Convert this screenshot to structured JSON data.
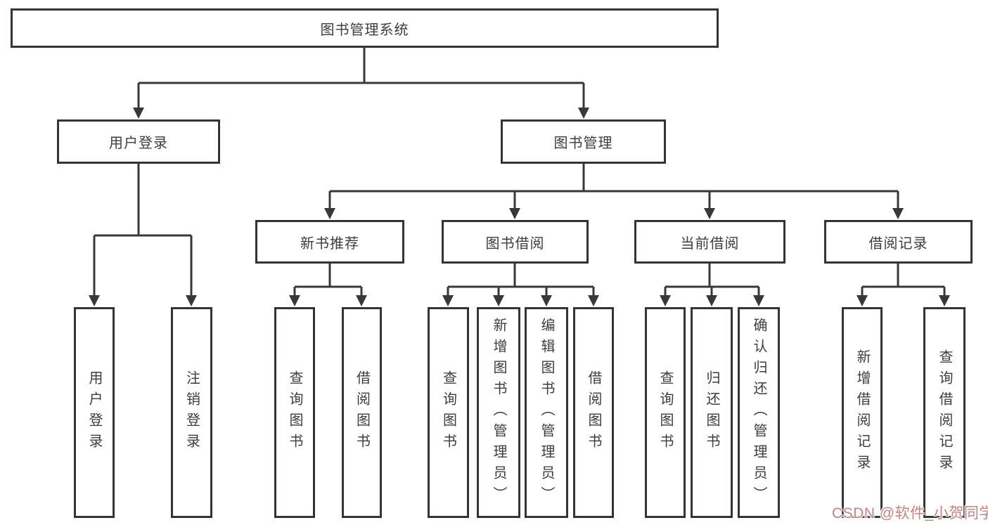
{
  "diagram_type": "hierarchy-tree",
  "colors": {
    "background": "#ffffff",
    "box_border": "#343434",
    "connector": "#383838",
    "text": "#3d3d3d",
    "watermark": "#c98080"
  },
  "tree": {
    "root": {
      "label": "图书管理系统"
    },
    "branches": [
      {
        "label": "用户登录",
        "children": [
          {
            "label": "用户登录"
          },
          {
            "label": "注销登录"
          }
        ]
      },
      {
        "label": "图书管理",
        "children": [
          {
            "label": "新书推荐",
            "children": [
              {
                "label": "查询图书"
              },
              {
                "label": "借阅图书"
              }
            ]
          },
          {
            "label": "图书借阅",
            "children": [
              {
                "label": "查询图书"
              },
              {
                "label": "新增图书（管理员）"
              },
              {
                "label": "编辑图书（管理员）"
              },
              {
                "label": "借阅图书"
              }
            ]
          },
          {
            "label": "当前借阅",
            "children": [
              {
                "label": "查询图书"
              },
              {
                "label": "归还图书"
              },
              {
                "label": "确认归还（管理员）"
              }
            ]
          },
          {
            "label": "借阅记录",
            "children": [
              {
                "label": "新增借阅记录"
              },
              {
                "label": "查询借阅记录"
              }
            ]
          }
        ]
      }
    ]
  },
  "watermark": {
    "text": "CSDN @软件_小贺同学"
  }
}
